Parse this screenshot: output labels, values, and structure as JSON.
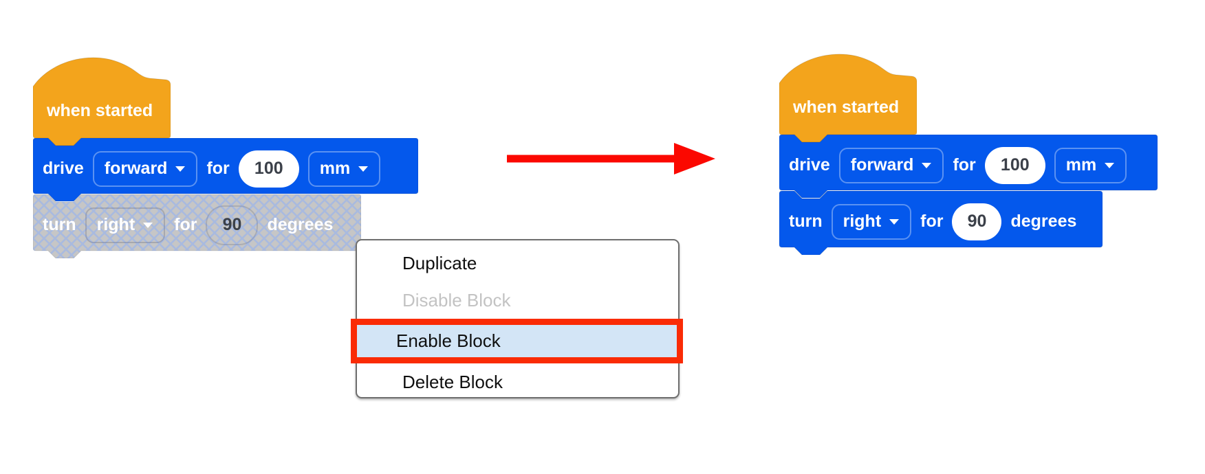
{
  "blocks": {
    "hat_label": "when started",
    "drive": {
      "verb": "drive",
      "direction": "forward",
      "preposition": "for",
      "value": "100",
      "unit": "mm"
    },
    "turn": {
      "verb": "turn",
      "direction": "right",
      "preposition": "for",
      "value": "90",
      "unit": "degrees"
    }
  },
  "context_menu": {
    "items": [
      {
        "label": "Duplicate",
        "state": "normal"
      },
      {
        "label": "Disable Block",
        "state": "disabled"
      },
      {
        "label": "Enable Block",
        "state": "highlighted"
      },
      {
        "label": "Delete Block",
        "state": "normal"
      }
    ]
  },
  "colors": {
    "block_blue": "#0458ec",
    "block_orange": "#f3a41c",
    "disabled_gray": "#c6c6c6",
    "hatch_line": "#a9badf",
    "highlight_fill": "#d3e5f6",
    "highlight_red": "#fa2b05",
    "arrow_red": "#fb0800",
    "value_text": "#3b4049"
  }
}
